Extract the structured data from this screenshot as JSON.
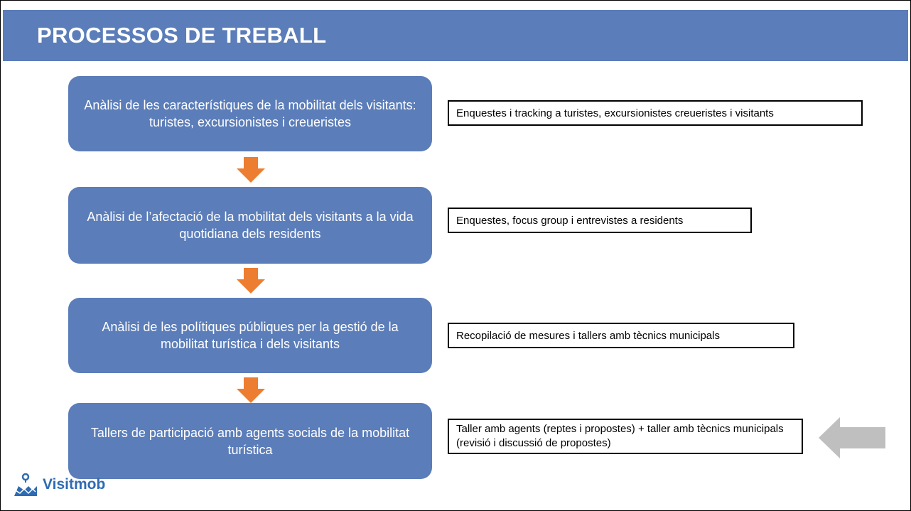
{
  "header": {
    "title": "PROCESSOS DE TREBALL"
  },
  "steps": [
    {
      "label": "Anàlisi de les característiques de la mobilitat dels visitants: turistes, excursionistes i creueristes"
    },
    {
      "label": "Anàlisi de l’afectació de la mobilitat dels visitants a la vida quotidiana dels residents"
    },
    {
      "label": "Anàlisi de les polítiques públiques per la gestió de la mobilitat turística i dels visitants"
    },
    {
      "label": "Tallers de participació amb agents socials de la mobilitat turística"
    }
  ],
  "notes": [
    {
      "text": "Enquestes i tracking a turistes, excursionistes creueristes i visitants"
    },
    {
      "text": "Enquestes, focus group i entrevistes a residents"
    },
    {
      "text": "Recopilació de mesures i tallers amb tècnics municipals"
    },
    {
      "text": "Taller amb agents (reptes i propostes) + taller amb tècnics municipals (revisió i discussió de propostes)"
    }
  ],
  "colors": {
    "box": "#5b7db9",
    "arrow_orange": "#ed7d31",
    "arrow_gray": "#bfbfbf",
    "logo_blue": "#2e6bb3"
  },
  "icons": {
    "down_arrow": "down-arrow-icon",
    "left_arrow": "left-arrow-icon",
    "logo": "map-pin-logo-icon"
  },
  "logo": {
    "text": "Visitmob"
  }
}
